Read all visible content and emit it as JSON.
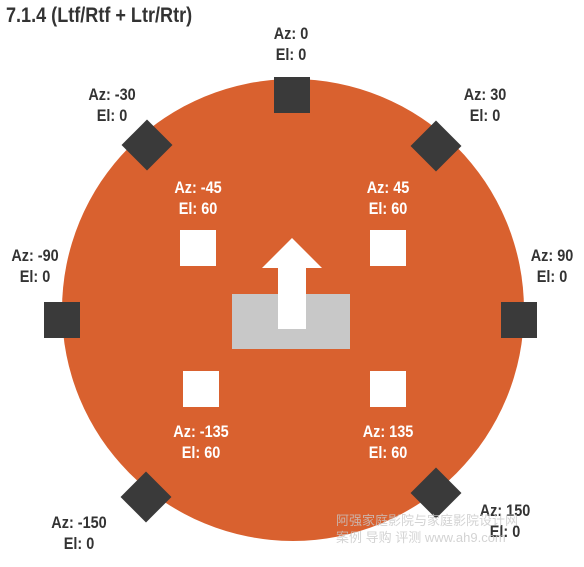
{
  "title": "7.1.4 (Ltf/Rtf + Ltr/Rtr)",
  "colors": {
    "circle": "#D9612F",
    "speaker": "#3A3A3A",
    "height_speaker": "#FFFFFF",
    "listener_box": "#C8C8C8",
    "arrow": "#FFFFFF"
  },
  "speakers": [
    {
      "az_label": "Az: 0",
      "el_label": "El: 0"
    },
    {
      "az_label": "Az: -30",
      "el_label": "El: 0"
    },
    {
      "az_label": "Az: 30",
      "el_label": "El: 0"
    },
    {
      "az_label": "Az: -90",
      "el_label": "El: 0"
    },
    {
      "az_label": "Az: 90",
      "el_label": "El: 0"
    },
    {
      "az_label": "Az: -150",
      "el_label": "El: 0"
    },
    {
      "az_label": "Az: 150",
      "el_label": "El: 0"
    }
  ],
  "height_speakers": [
    {
      "az_label": "Az: -45",
      "el_label": "El: 60"
    },
    {
      "az_label": "Az: 45",
      "el_label": "El: 60"
    },
    {
      "az_label": "Az: -135",
      "el_label": "El: 60"
    },
    {
      "az_label": "Az: 135",
      "el_label": "El: 60"
    }
  ],
  "watermark": {
    "line1": "阿强家庭影院与家庭影院设计网",
    "line2": "案例 导购 评测 www.ah9.com"
  }
}
